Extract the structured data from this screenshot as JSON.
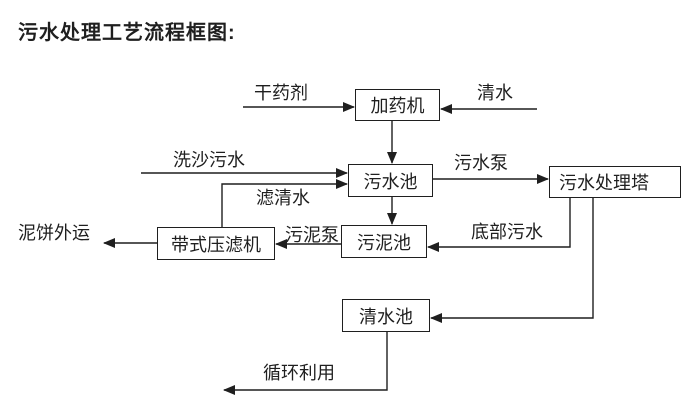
{
  "title": "污水处理工艺流程框图:",
  "colors": {
    "ink": "#1f1f1f",
    "box_fill": "#ffffff",
    "background": "#ffffff"
  },
  "boxes": {
    "dosing_machine": {
      "label": "加药机"
    },
    "sewage_pool": {
      "label": "污水池"
    },
    "sewage_treatment_tower": {
      "label": "污水处理塔"
    },
    "sludge_pool": {
      "label": "污泥池"
    },
    "belt_filter_press": {
      "label": "带式压滤机"
    },
    "clean_water_pool": {
      "label": "清水池"
    }
  },
  "flow_labels": {
    "dry_chemical": "干药剂",
    "clean_water_in": "清水",
    "sand_washing_sewage": "洗沙污水",
    "filtered_clean_water": "滤清水",
    "sewage_pump": "污水泵",
    "sludge_pump": "污泥泵",
    "mud_cake_outbound": "泥饼外运",
    "bottom_sewage": "底部污水",
    "recycle_reuse": "循环利用"
  }
}
